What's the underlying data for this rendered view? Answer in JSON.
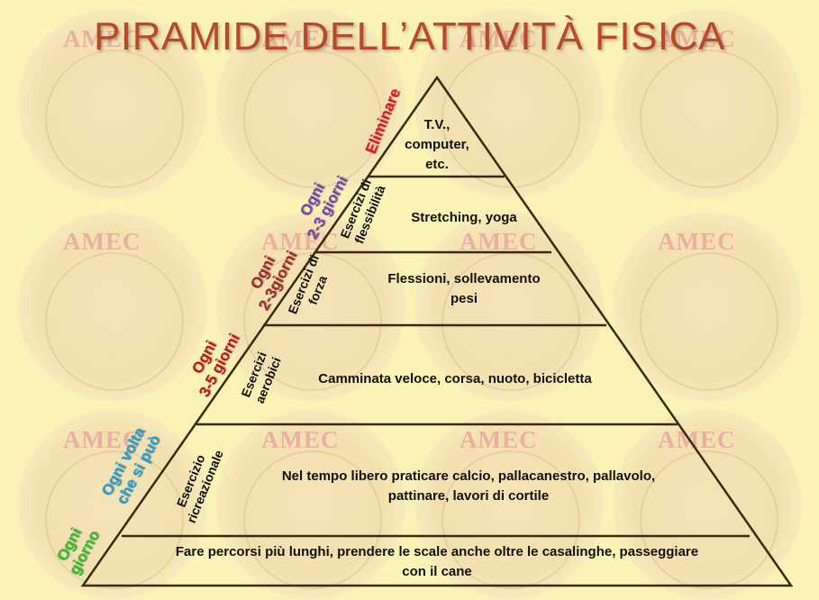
{
  "watermark_text": "AMEC",
  "title": "PIRAMIDE DELL’ATTIVITÀ FISICA",
  "levels": [
    {
      "desc_lines": [
        "T.V.,",
        "computer,",
        "etc."
      ],
      "side_label": [
        "Eliminare"
      ],
      "side_color": "#e8112d"
    },
    {
      "category": [
        "Esercizi di",
        "flessibilità"
      ],
      "desc": "Stretching, yoga",
      "side_label": [
        "Ogni",
        "2-3 giorni"
      ],
      "side_color": "#7a3fb0"
    },
    {
      "category": [
        "Esercizi di",
        "forza"
      ],
      "desc_lines": [
        "Flessioni, sollevamento",
        "pesi"
      ],
      "side_label": [
        "Ogni",
        "2-3giorni"
      ],
      "side_color": "#9e2a2a"
    },
    {
      "category": [
        "Esercizi",
        "aerobici"
      ],
      "desc": "Camminata veloce, corsa, nuoto, bicicletta",
      "side_label": [
        "Ogni",
        "3-5 giorni"
      ],
      "side_color": "#c0161e"
    },
    {
      "category": [
        "Esercizio",
        "ricreazionale"
      ],
      "desc_lines": [
        "Nel tempo libero praticare calcio, pallacanestro, pallavolo,",
        "pattinare, lavori di cortile"
      ],
      "side_label": [
        "Ogni volta",
        "che si può"
      ],
      "side_color": "#1fa0d8"
    },
    {
      "desc_lines": [
        "Fare percorsi più lunghi, prendere le scale anche oltre le casalinghe, passeggiare",
        "con il cane"
      ],
      "side_label": [
        "Ogni",
        "giorno"
      ],
      "side_color": "#2fbf2a"
    }
  ]
}
